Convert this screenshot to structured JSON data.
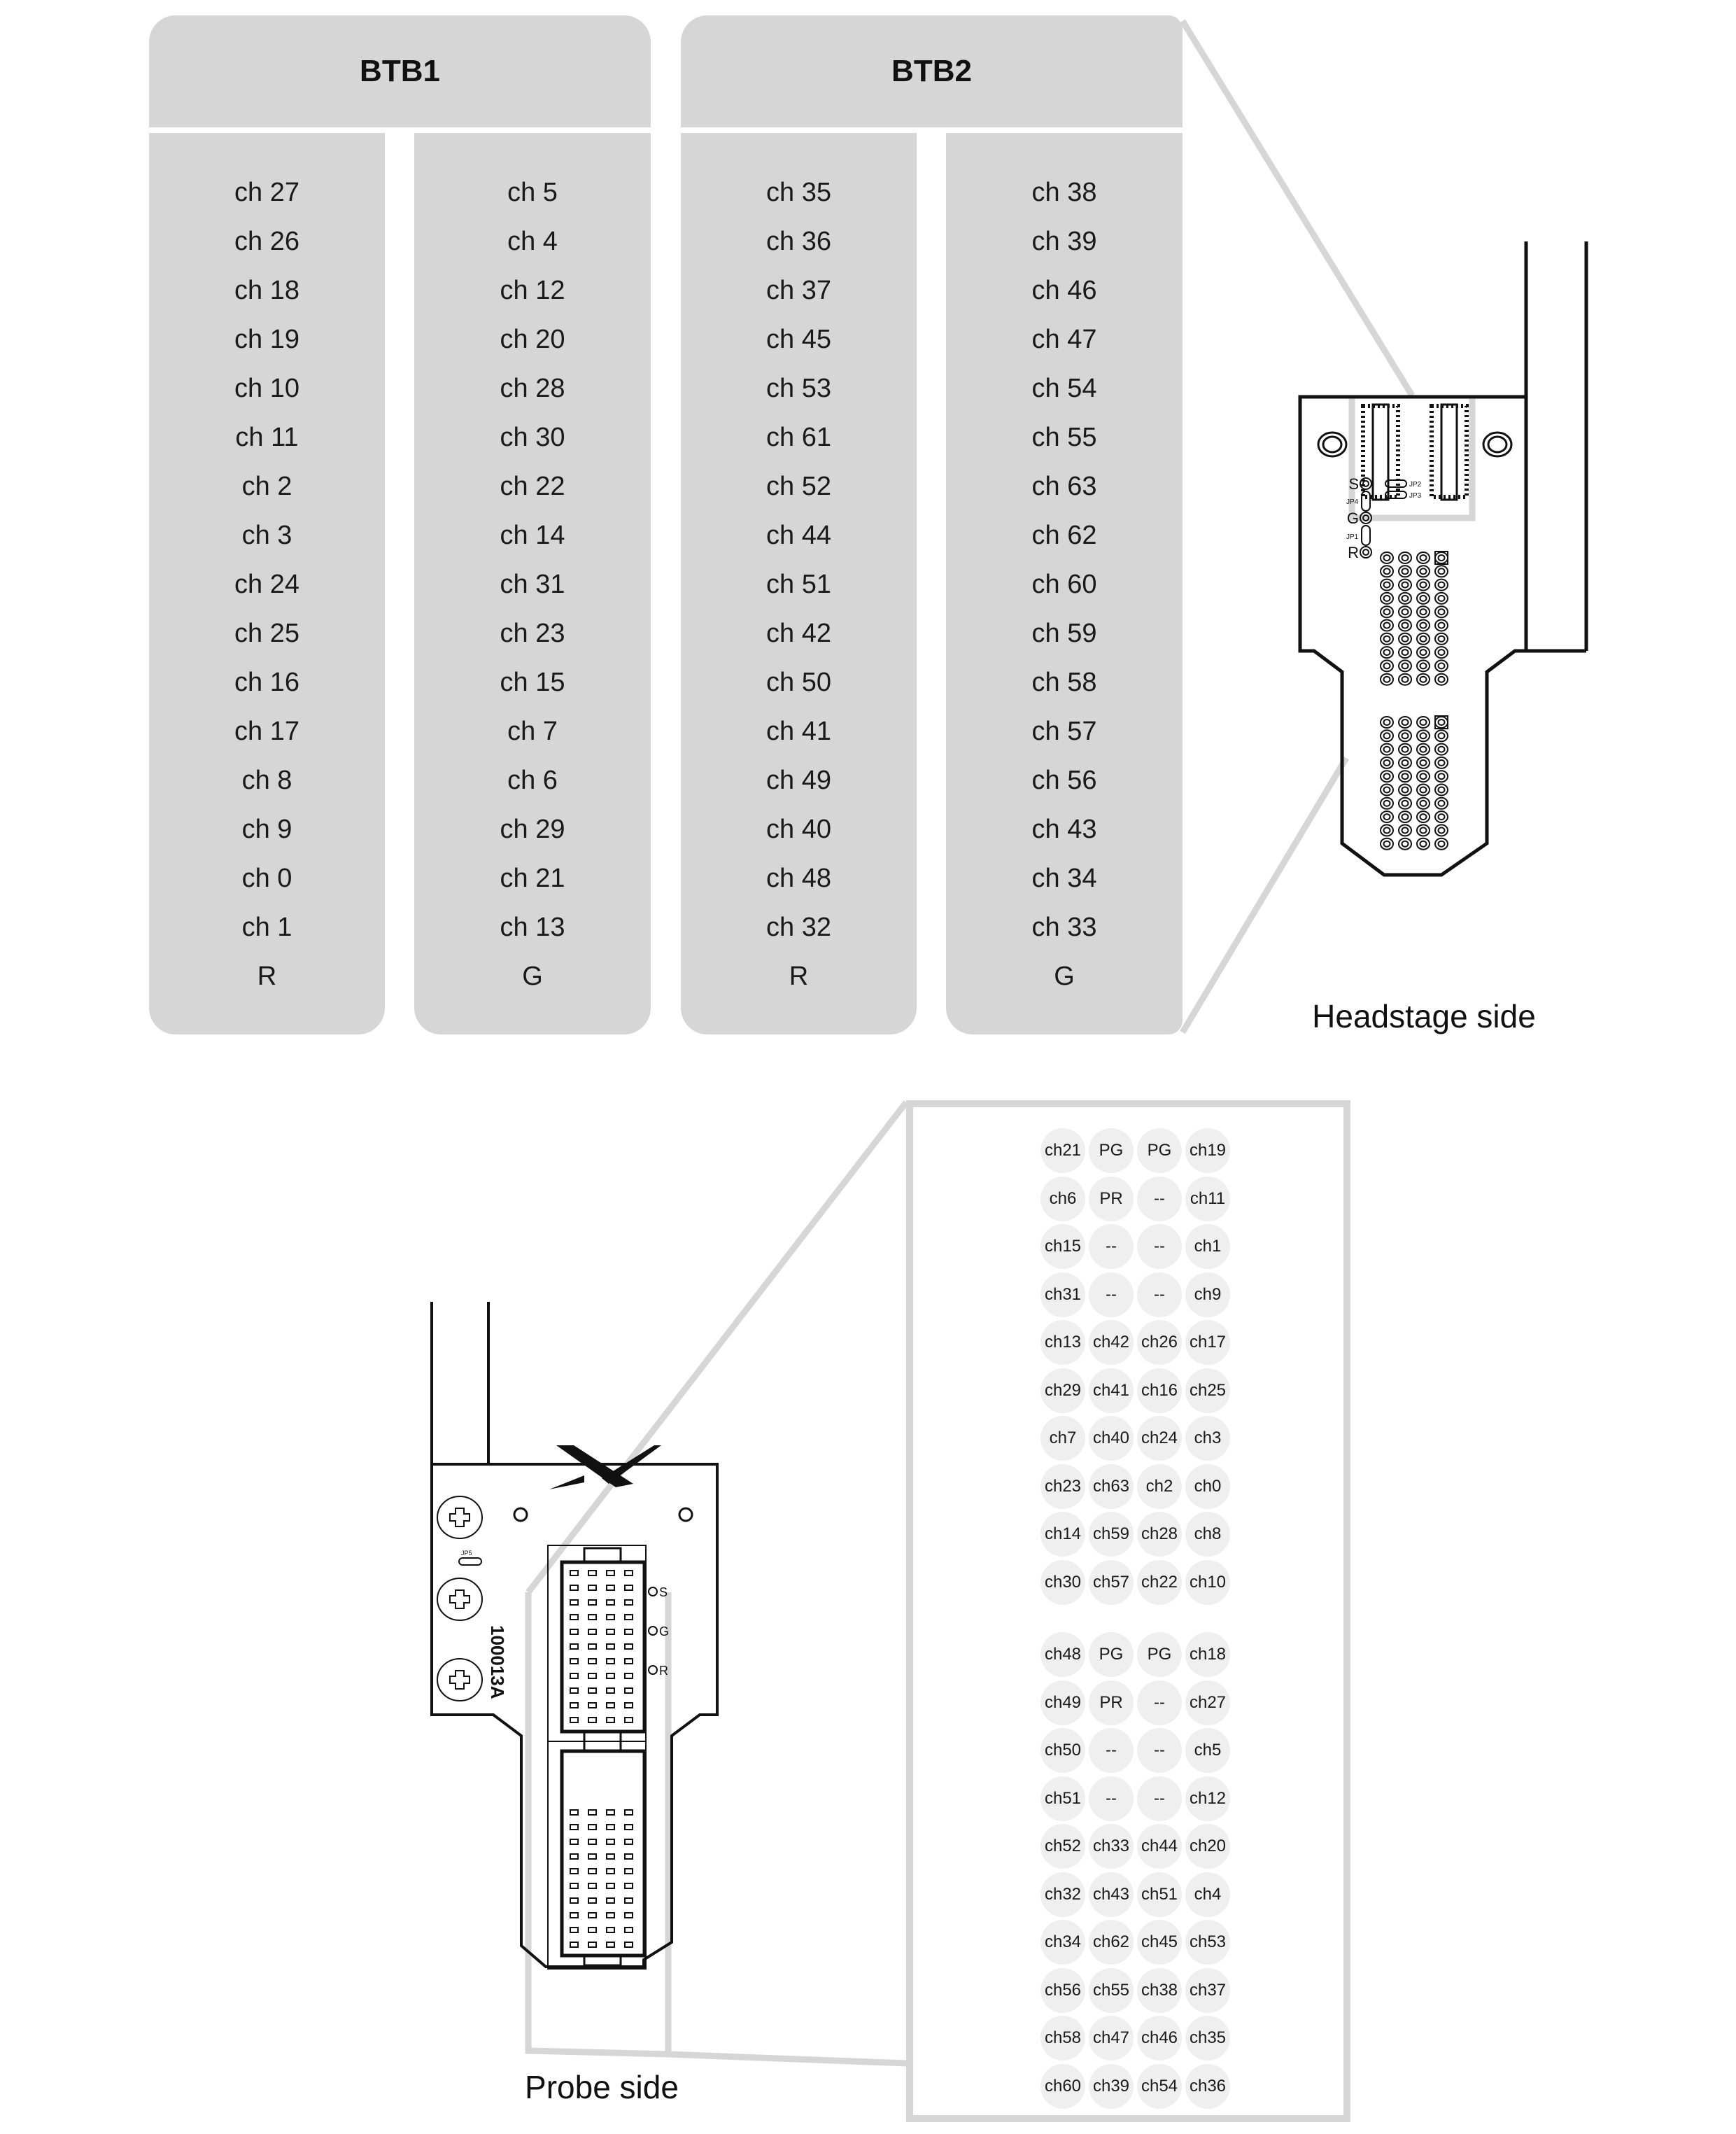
{
  "btb1": {
    "title": "BTB1",
    "columns": [
      [
        "ch 27",
        "ch 26",
        "ch 18",
        "ch 19",
        "ch 10",
        "ch 11",
        "ch 2",
        "ch 3",
        "ch 24",
        "ch 25",
        "ch 16",
        "ch 17",
        "ch 8",
        "ch 9",
        "ch 0",
        "ch 1",
        "R"
      ],
      [
        "ch 5",
        "ch 4",
        "ch 12",
        "ch 20",
        "ch 28",
        "ch 30",
        "ch 22",
        "ch 14",
        "ch 31",
        "ch 23",
        "ch 15",
        "ch 7",
        "ch 6",
        "ch 29",
        "ch 21",
        "ch 13",
        "G"
      ]
    ]
  },
  "btb2": {
    "title": "BTB2",
    "columns": [
      [
        "ch 35",
        "ch 36",
        "ch 37",
        "ch 45",
        "ch 53",
        "ch 61",
        "ch 52",
        "ch 44",
        "ch 51",
        "ch 42",
        "ch 50",
        "ch 41",
        "ch 49",
        "ch 40",
        "ch 48",
        "ch 32",
        "R"
      ],
      [
        "ch 38",
        "ch 39",
        "ch 46",
        "ch 47",
        "ch 54",
        "ch 55",
        "ch 63",
        "ch 62",
        "ch 60",
        "ch 59",
        "ch 58",
        "ch 57",
        "ch 56",
        "ch 43",
        "ch 34",
        "ch 33",
        "G"
      ]
    ]
  },
  "headstage": {
    "caption": "Headstage side",
    "pad_labels": [
      "S",
      "G",
      "R"
    ],
    "jumper_labels": [
      "JP2",
      "JP3",
      "JP4",
      "JP1"
    ]
  },
  "probe": {
    "caption": "Probe side",
    "part_number": "100013A",
    "jumper_label": "JP5",
    "pad_labels": [
      "S",
      "G",
      "R"
    ],
    "pin_table_upper": [
      [
        "ch21",
        "PG",
        "PG",
        "ch19"
      ],
      [
        "ch6",
        "PR",
        "--",
        "ch11"
      ],
      [
        "ch15",
        "--",
        "--",
        "ch1"
      ],
      [
        "ch31",
        "--",
        "--",
        "ch9"
      ],
      [
        "ch13",
        "ch42",
        "ch26",
        "ch17"
      ],
      [
        "ch29",
        "ch41",
        "ch16",
        "ch25"
      ],
      [
        "ch7",
        "ch40",
        "ch24",
        "ch3"
      ],
      [
        "ch23",
        "ch63",
        "ch2",
        "ch0"
      ],
      [
        "ch14",
        "ch59",
        "ch28",
        "ch8"
      ],
      [
        "ch30",
        "ch57",
        "ch22",
        "ch10"
      ]
    ],
    "pin_table_lower": [
      [
        "ch48",
        "PG",
        "PG",
        "ch18"
      ],
      [
        "ch49",
        "PR",
        "--",
        "ch27"
      ],
      [
        "ch50",
        "--",
        "--",
        "ch5"
      ],
      [
        "ch51",
        "--",
        "--",
        "ch12"
      ],
      [
        "ch52",
        "ch33",
        "ch44",
        "ch20"
      ],
      [
        "ch32",
        "ch43",
        "ch51",
        "ch4"
      ],
      [
        "ch34",
        "ch62",
        "ch45",
        "ch53"
      ],
      [
        "ch56",
        "ch55",
        "ch38",
        "ch37"
      ],
      [
        "ch58",
        "ch47",
        "ch46",
        "ch35"
      ],
      [
        "ch60",
        "ch39",
        "ch54",
        "ch36"
      ]
    ]
  },
  "colors": {
    "panel_gray": "#d6d6d6",
    "pin_bg": "#efefef",
    "ink": "#111111"
  }
}
